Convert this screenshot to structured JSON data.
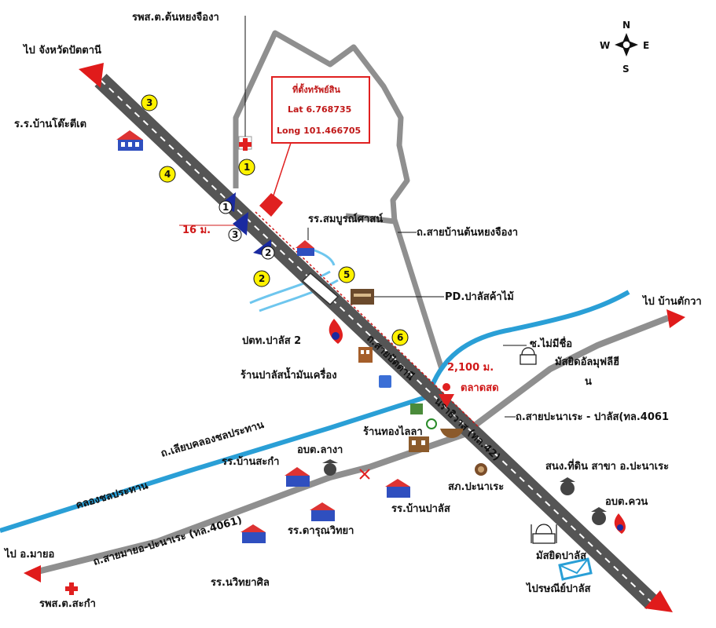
{
  "labels": {
    "to_pattani": "ไป จังหวัดปัตตานี",
    "health_tonyong": "รพส.ต.ต้นหยงจืองา",
    "school_bantotiti": "ร.ร.บ้านโต๊ะตีเต",
    "school_somboon": "รร.สมบูรณ์ศาสน์",
    "road_tonyong": "ถ.สายบ้านต้นหยงจืองา",
    "pd_palas": "PD.ปาลัสค้าไม้",
    "to_taktawa": "ไป บ้านตักวา",
    "ptt_palas": "ปตท.ปาลัส 2",
    "soi_noname": "ซ.ไม่มีชื่อ",
    "mosque_almufli_1": "มัสยิดอัลมุฟลีฮี",
    "mosque_almufli_2": "น",
    "oil_shop": "ร้านปาลัสน้ำมันเครื่อง",
    "distance_2100": "2,100 ม.",
    "fresh_market": "ตลาดสด",
    "road_pattani_naradhiwat_1": "ถ.สายปัตตานี",
    "road_pattani_naradhiwat_2": "นราธิวาส (ทล.42)",
    "road_panare_palas": "ถ.สายปะนาเระ - ปาลัส(ทล.4061",
    "road_canal": "ถ.เลียบคลองชลประทาน",
    "gold_shop": "ร้านทองไลลา",
    "tambon_langa": "อบต.ลางา",
    "school_bansakam": "รร.บ้านสะกำ",
    "canal": "คลองชลประทาน",
    "land_office": "สนง.ที่ดิน สาขา อ.ปะนาเระ",
    "police_panare": "สภ.ปะนาเระ",
    "school_banpalas": "รร.บ้านปาลัส",
    "tambon_khuan": "อบต.ควน",
    "school_darun": "รร.ดารุณวิทยา",
    "road_mayo_panare": "ถ.สายมายอ-ปะนาเระ (ทล.4061)",
    "mosque_palas": "มัสยิดปาลัส",
    "to_mayo": "ไป อ.มายอ",
    "school_witthayasin": "รร.นวิทยาศิล",
    "post_office": "ไปรษณีย์ปาลัส",
    "health_sakam": "รพส.ต.สะกำ",
    "width_16": "16 ม."
  },
  "property_box": {
    "title": "ที่ตั้งทรัพย์สิน",
    "lat": "Lat 6.768735",
    "long": "Long 101.466705"
  },
  "compass": {
    "n": "N",
    "s": "S",
    "e": "E",
    "w": "W"
  },
  "markers": {
    "m1a": "1",
    "m1b": "1",
    "m2a": "2",
    "m2b": "2",
    "m3a": "3",
    "m3b": "3",
    "m4": "4",
    "m5": "5",
    "m6": "6"
  },
  "colors": {
    "highway": "#555555",
    "road": "#8f8f8f",
    "water": "#2a9fd6",
    "arrow": "#e01b1b",
    "marker_yellow": "#fff200",
    "property": "#e02020",
    "nav_marker": "#1a2aa0"
  }
}
